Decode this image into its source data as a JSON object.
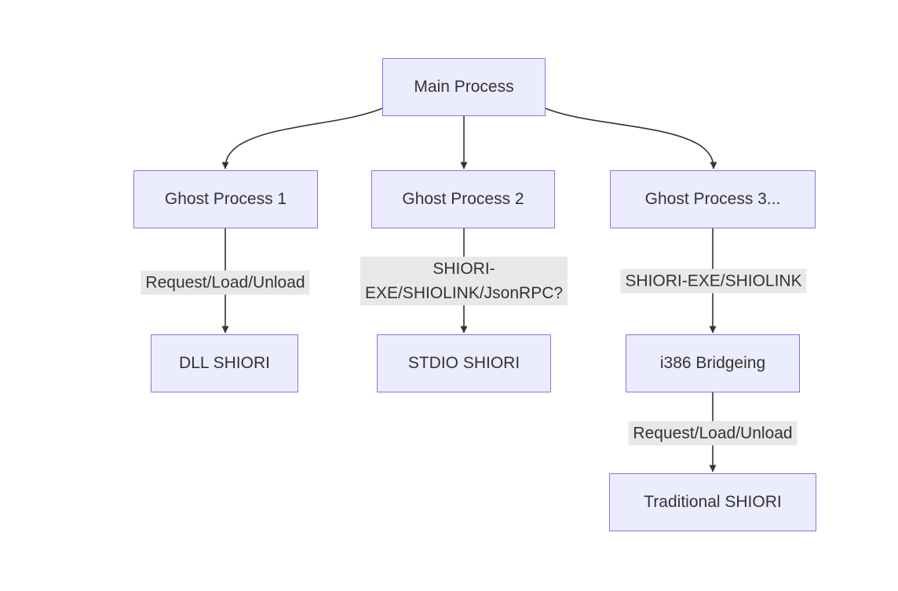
{
  "diagram": {
    "type": "flowchart",
    "direction": "top-down",
    "nodes": {
      "main": {
        "label": "Main Process"
      },
      "ghost1": {
        "label": "Ghost Process 1"
      },
      "ghost2": {
        "label": "Ghost Process 2"
      },
      "ghost3": {
        "label": "Ghost Process 3..."
      },
      "dll": {
        "label": "DLL SHIORI"
      },
      "stdio": {
        "label": "STDIO SHIORI"
      },
      "i386": {
        "label": "i386 Bridgeing"
      },
      "traditional": {
        "label": "Traditional SHIORI"
      }
    },
    "edges": [
      {
        "from": "main",
        "to": "ghost1",
        "label": ""
      },
      {
        "from": "main",
        "to": "ghost2",
        "label": ""
      },
      {
        "from": "main",
        "to": "ghost3",
        "label": ""
      },
      {
        "from": "ghost1",
        "to": "dll",
        "label": "Request/Load/Unload"
      },
      {
        "from": "ghost2",
        "to": "stdio",
        "label": "SHIORI-EXE/SHIOLINK/JsonRPC?",
        "label_line1": "SHIORI-",
        "label_line2": "EXE/SHIOLINK/JsonRPC?"
      },
      {
        "from": "ghost3",
        "to": "i386",
        "label": "SHIORI-EXE/SHIOLINK"
      },
      {
        "from": "i386",
        "to": "traditional",
        "label": "Request/Load/Unload"
      }
    ],
    "colors": {
      "node_fill": "#ECECFF",
      "node_border": "#9370DB",
      "edge_line": "#333333",
      "edge_label_bg": "#e8e8e8",
      "text": "#333333",
      "background": "#ffffff"
    }
  }
}
